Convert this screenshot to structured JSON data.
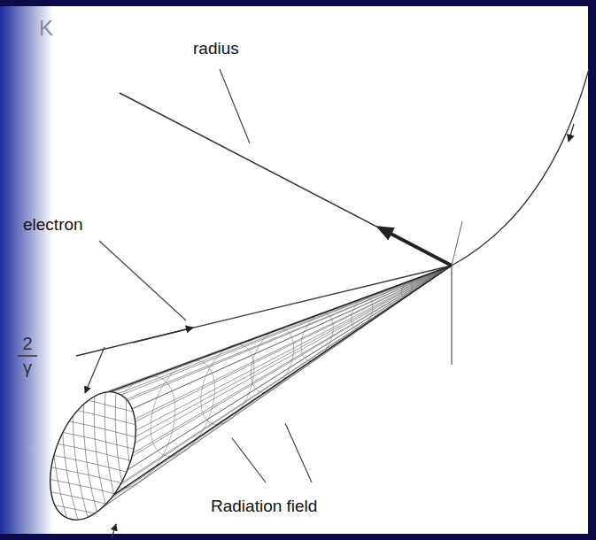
{
  "diagram": {
    "labels": [
      "K",
      "radius",
      "electron",
      "2",
      "γ",
      "Radiation field"
    ]
  }
}
